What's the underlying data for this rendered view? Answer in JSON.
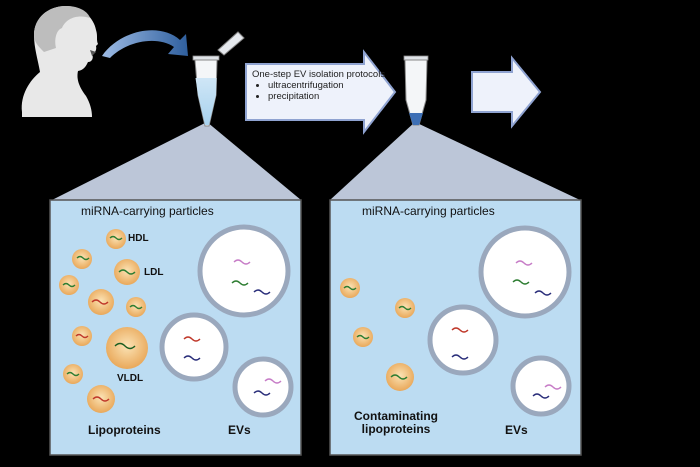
{
  "title": "EV isolation from saliva and miRNA-carrying particles",
  "process": {
    "step_label": "One-step EV isolation protocols",
    "methods": [
      "ultracentrifugation",
      "precipitation"
    ]
  },
  "panel_left": {
    "title": "miRNA-carrying particles",
    "particle_labels": {
      "hdl": "HDL",
      "ldl": "LDL",
      "vldl": "VLDL"
    },
    "group_lipoproteins": "Lipoproteins",
    "group_evs": "EVs"
  },
  "panel_right": {
    "title": "miRNA-carrying particles",
    "group_lipoproteins_line1": "Contaminating",
    "group_lipoproteins_line2": "lipoproteins",
    "group_evs": "EVs"
  },
  "colors": {
    "background": "#000000",
    "panel_fill": "#bcdcf2",
    "funnel_fill": "#bcc6d8",
    "arrow_fill": "#eef2fb",
    "arrow_stroke": "#8fa3d1",
    "lipoprotein_fill": "#f5c98a",
    "ev_membrane": "#9aa8bd",
    "mirna_red": "#c0392b",
    "mirna_blue": "#2a2e7a",
    "mirna_green": "#2e7d32",
    "mirna_pink": "#c77dc7"
  }
}
